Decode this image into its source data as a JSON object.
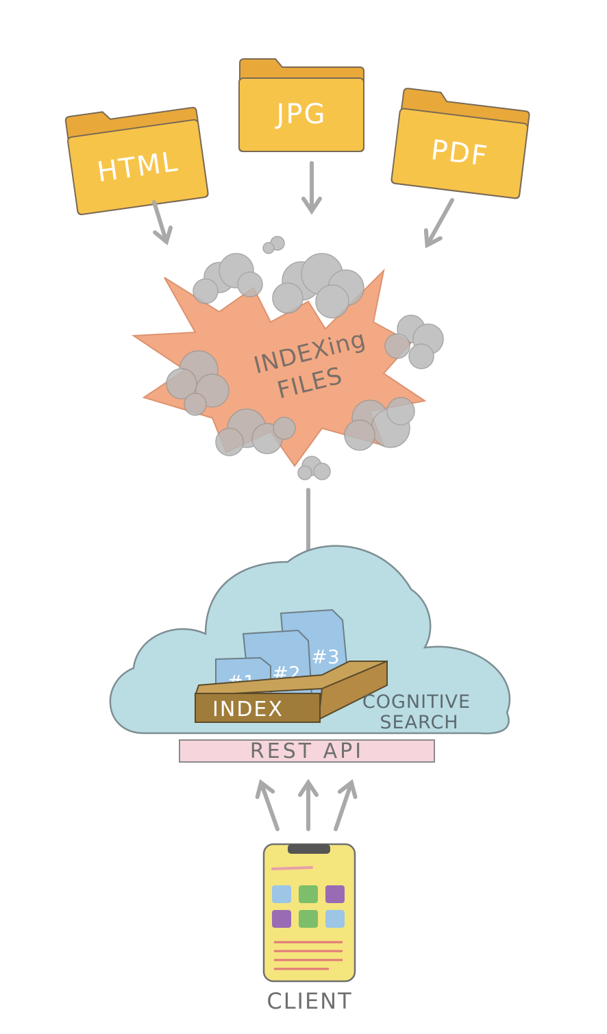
{
  "folders": [
    {
      "label": "HTML",
      "color": "#f7c44a"
    },
    {
      "label": "JPG",
      "color": "#f7c44a"
    },
    {
      "label": "PDF",
      "color": "#f7c44a"
    }
  ],
  "indexing": {
    "line1": "INDEXing",
    "line2": "FILES",
    "burst_color": "#f3a27a",
    "smoke_color": "#b9b9b9"
  },
  "cloud": {
    "line1": "COGNITIVE",
    "line2": "SEARCH",
    "color": "#b9dde3",
    "index_label": "INDEX",
    "docs": [
      "#1",
      "#2",
      "#3"
    ],
    "doc_color": "#9cc5e6",
    "tray_color": "#a07c3a"
  },
  "api": {
    "label": "REST API",
    "color": "#f6d6dc"
  },
  "client": {
    "label": "CLIENT",
    "phone_color": "#f5e57d"
  },
  "arrow_color": "#a9a9a9"
}
